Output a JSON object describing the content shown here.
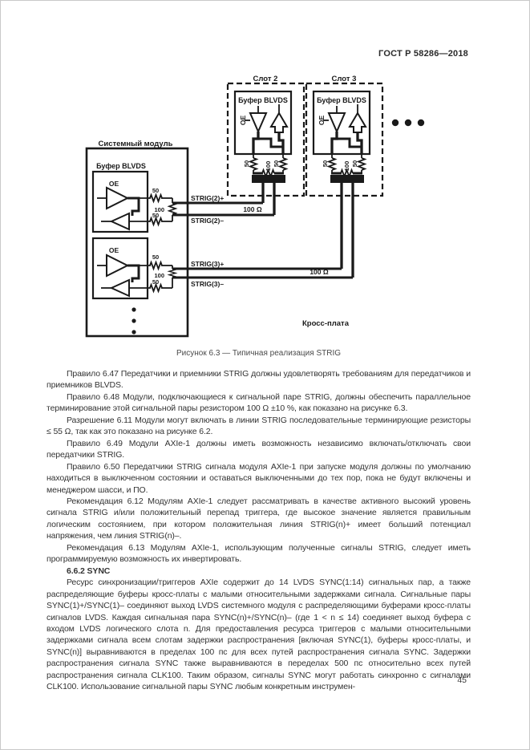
{
  "page": {
    "header": "ГОСТ Р 58286—2018",
    "page_number": "45"
  },
  "figure": {
    "caption": "Рисунок 6.3 — Типичная реализация STRIG",
    "system_module_label": "Системный модуль",
    "buffer_label": "Буфер BLVDS",
    "oe_label": "OE",
    "backplane_label": "Кросс-плата",
    "slots": [
      {
        "label": "Слот 2"
      },
      {
        "label": "Слот 3"
      }
    ],
    "signals": {
      "strig2p": "STRIG(2)+",
      "strig2m": "STRIG(2)–",
      "strig3p": "STRIG(3)+",
      "strig3m": "STRIG(3)–"
    },
    "resistors": {
      "r50": "50",
      "r100": "100",
      "r100_ohm": "100 Ω"
    }
  },
  "content": {
    "paragraphs": [
      "Правило 6.47 Передатчики и приемники STRIG должны удовлетворять требованиям для передатчиков и приемников BLVDS.",
      "Правило 6.48 Модули, подключающиеся к сигнальной паре STRIG, должны обеспечить параллельное терминирование этой сигнальной пары резистором 100 Ω ±10 %, как показано на рисунке 6.3.",
      "Разрешение 6.11 Модули могут включать в линии STRIG последовательные терминирующие резисторы ≤ 55 Ω, так как это показано на рисунке 6.2.",
      "Правило 6.49 Модули AXIe-1 должны иметь возможность независимо включать/отключать свои передатчики STRIG.",
      "Правило 6.50 Передатчики STRIG сигнала модуля AXIe-1 при запуске модуля должны по умолчанию находиться в выключенном состоянии и оставаться выключенными до тех пор, пока не будут включены и менеджером шасси, и ПО.",
      "Рекомендация 6.12 Модулям AXIe-1 следует рассматривать в качестве активного высокий уровень сигнала STRIG и/или положительный перепад триггера, где высокое значение является правильным логическим состоянием, при котором положительная линия STRIG(n)+ имеет больший потенциал напряжения, чем линия STRIG(n)–.",
      "Рекомендация 6.13 Модулям AXIe-1, использующим полученные сигналы STRIG, следует иметь программируемую возможность их инвертировать."
    ],
    "subheading": "6.6.2 SYNC",
    "sync_paragraph": "Ресурс синхронизации/триггеров AXIe содержит до 14 LVDS SYNC(1:14) сигнальных пар, а также распределяющие буферы кросс-платы с малыми относительными задержками сигнала. Сигнальные пары SYNC(1)+/SYNC(1)– соединяют выход LVDS системного модуля с распределяющими буферами кросс-платы сигналов LVDS. Каждая сигнальная пара SYNC(n)+/SYNC(n)– (где 1 < n ≤ 14) соединяет выход буфера с входом LVDS логического слота n. Для предоставления ресурса триггеров с малыми относительными задержками сигнала всем слотам задержки распространения [включая SYNC(1), буферы кросс-платы, и SYNC(n)] выравниваются в пределах 100 пс для всех путей распространения сигнала SYNC. Задержки распространения сигнала SYNC также выравниваются в переделах 500 пс относительно всех путей распространения сигнала CLK100. Таким образом, сигналы SYNC могут работать синхронно с сигналами CLK100. Использование сигнальной пары SYNC любым конкретным инструмен-"
  }
}
